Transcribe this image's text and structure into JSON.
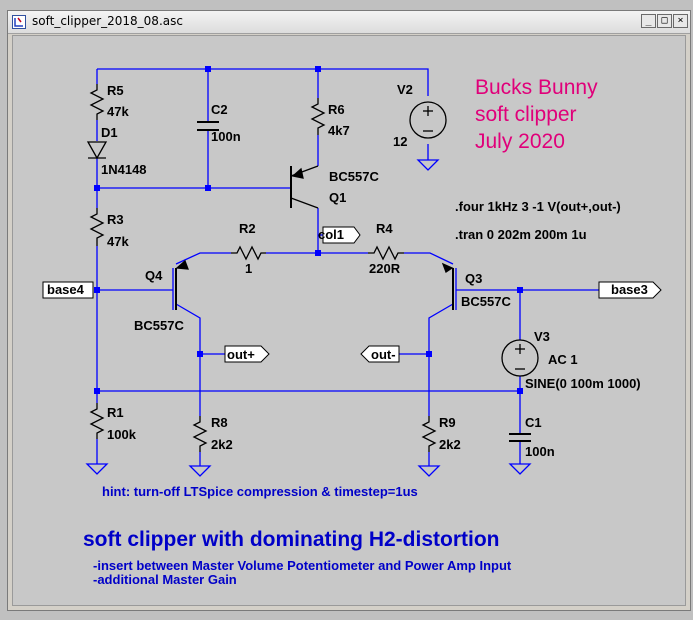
{
  "window": {
    "title": "soft_clipper_2018_08.asc",
    "minimize_label": "_",
    "maximize_label": "□",
    "close_label": "×"
  },
  "colors": {
    "wire": "#0000ff",
    "text": "#000000",
    "title_text": "#e0007a",
    "hint_text": "#0000c8",
    "background": "#c8c8c8"
  },
  "schematic": {
    "components": {
      "R5": {
        "name": "R5",
        "value": "47k"
      },
      "D1": {
        "name": "D1",
        "value": "1N4148"
      },
      "R3": {
        "name": "R3",
        "value": "47k"
      },
      "R1": {
        "name": "R1",
        "value": "100k"
      },
      "C2": {
        "name": "C2",
        "value": "100n"
      },
      "R6": {
        "name": "R6",
        "value": "4k7"
      },
      "Q1": {
        "name": "Q1",
        "value": "BC557C"
      },
      "V2": {
        "name": "V2",
        "value": "12"
      },
      "R2": {
        "name": "R2",
        "value": "1"
      },
      "R4": {
        "name": "R4",
        "value": "220R"
      },
      "Q4": {
        "name": "Q4",
        "value": "BC557C"
      },
      "Q3": {
        "name": "Q3",
        "value": "BC557C"
      },
      "R8": {
        "name": "R8",
        "value": "2k2"
      },
      "R9": {
        "name": "R9",
        "value": "2k2"
      },
      "V3": {
        "name": "V3",
        "value": "AC 1",
        "source": "SINE(0 100m 1000)"
      },
      "C1": {
        "name": "C1",
        "value": "100n"
      }
    },
    "net_labels": {
      "base4": "base4",
      "base3": "base3",
      "col1": "col1",
      "out_plus": "out+",
      "out_minus": "out-"
    },
    "directives": {
      "four": ".four 1kHz 3 -1 V(out+,out-)",
      "tran": ".tran 0 202m 200m 1u"
    },
    "title_lines": [
      "Bucks Bunny",
      "soft clipper",
      "July 2020"
    ],
    "hint": "hint: turn-off LTSpice compression & timestep=1us",
    "heading": "soft clipper with dominating H2-distortion",
    "notes": [
      "-insert between Master Volume Potentiometer and Power Amp Input",
      "-additional Master Gain"
    ]
  }
}
